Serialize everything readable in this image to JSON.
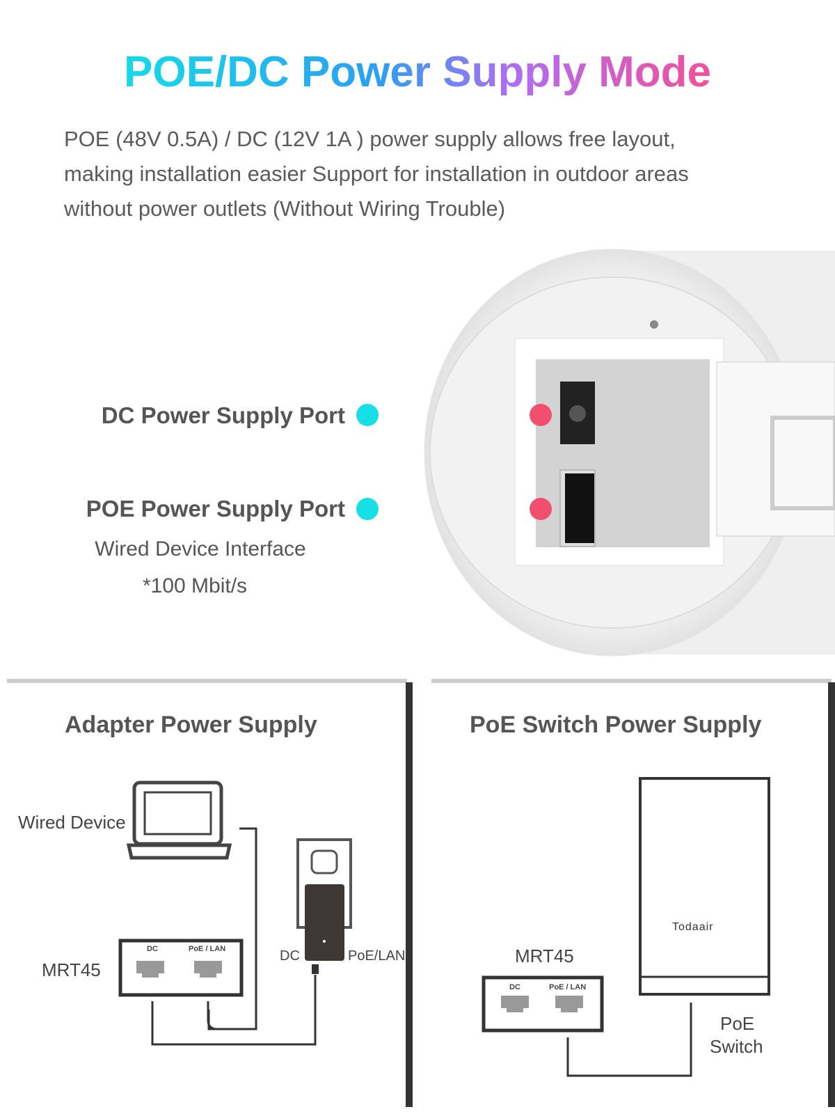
{
  "title": "POE/DC Power Supply Mode",
  "description": [
    "POE (48V 0.5A) / DC (12V 1A ) power supply allows free layout,",
    "making installation easier Support for installation in outdoor areas",
    "without power outlets (Without Wiring Trouble)"
  ],
  "ports": {
    "dc_label": "DC Power Supply Port",
    "poe_label": "POE Power Supply Port",
    "poe_sub1": "Wired Device Interface",
    "poe_sub2": "*100 Mbit/s"
  },
  "colors": {
    "gradient_start": "#12e0e6",
    "gradient_mid": "#b26cf2",
    "gradient_end": "#f2509a"
  },
  "adapter": {
    "title": "Adapter Power Supply",
    "wired_device": "Wired Device",
    "mrt": "MRT45",
    "port_dc": "DC",
    "port_poe": "PoE / LAN",
    "adapter_dc": "DC",
    "adapter_poe": "PoE/LAN"
  },
  "switch": {
    "title": "PoE Switch Power Supply",
    "mrt": "MRT45",
    "port_dc": "DC",
    "port_poe": "PoE / LAN",
    "brand": "Todaair",
    "label1": "PoE",
    "label2": "Switch"
  }
}
